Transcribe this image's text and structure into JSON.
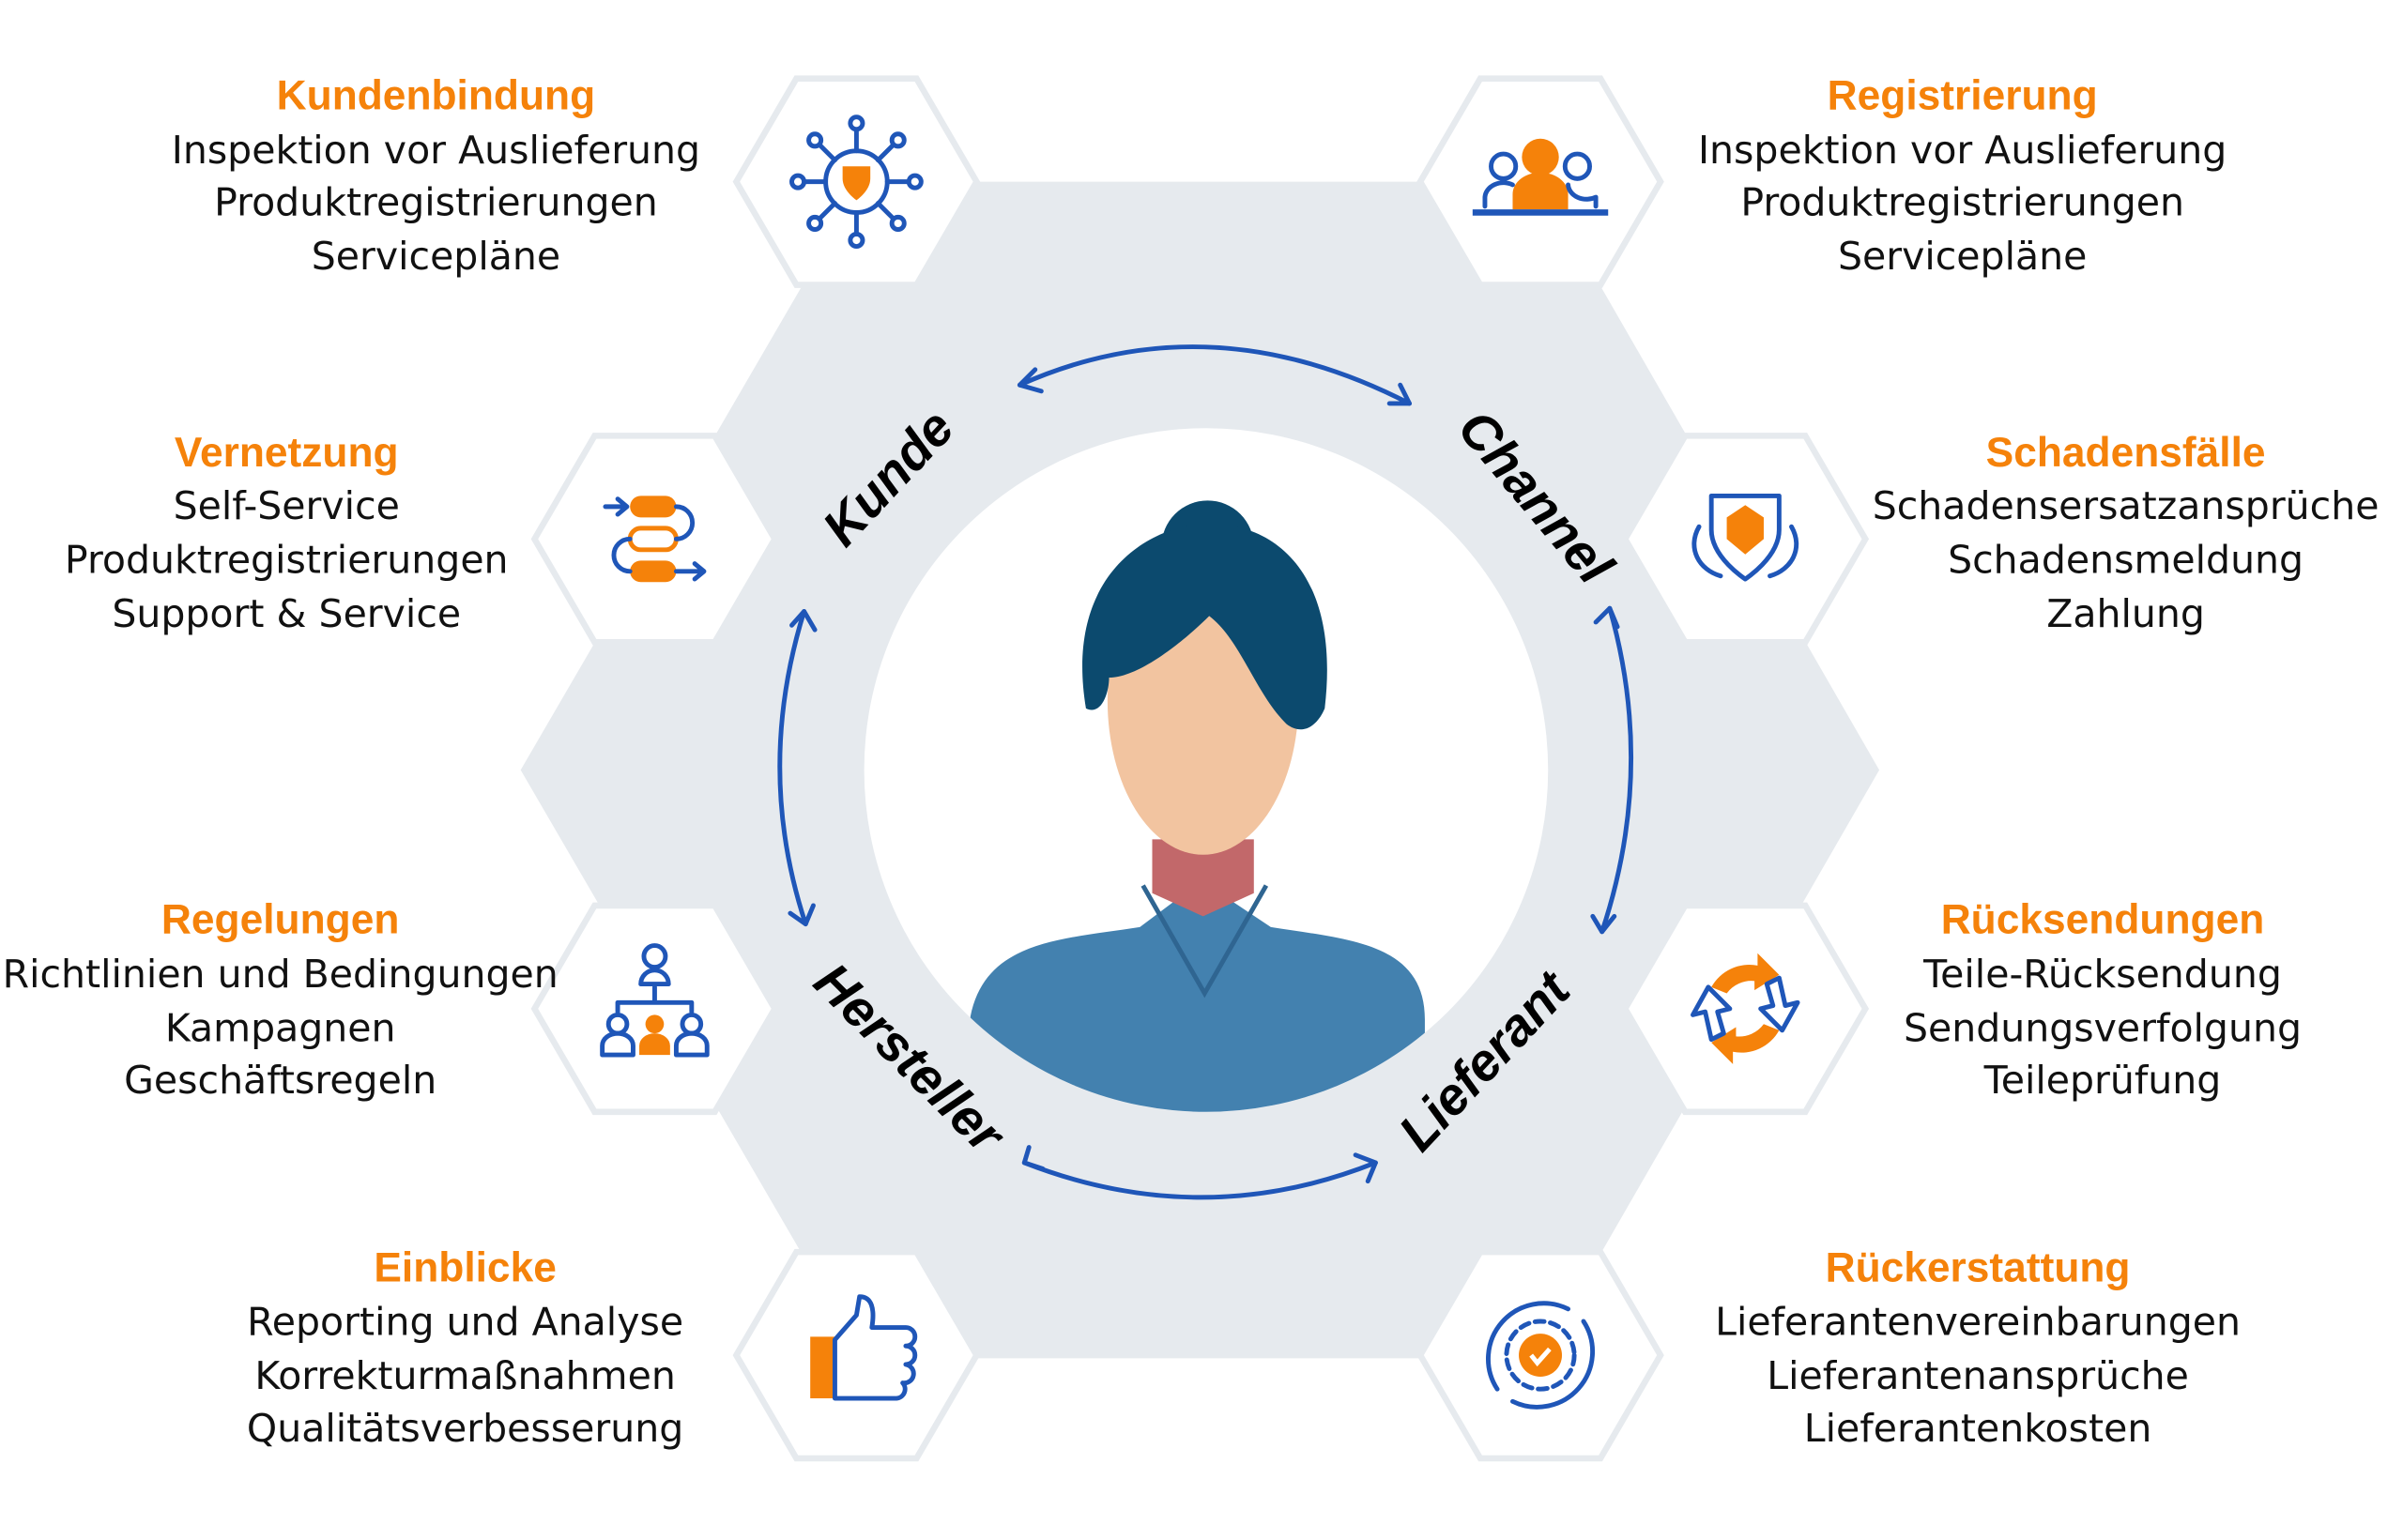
{
  "center_roles": [
    "Kunde",
    "Channel",
    "Hersteller",
    "Lieferant"
  ],
  "colors": {
    "accent": "#F5820A",
    "blue": "#1F56B8",
    "hex_bg": "#E6EAEE"
  },
  "blocks": [
    {
      "title": "Kundenbindung",
      "icon": "network-shield-icon",
      "lines": [
        "Inspektion vor Auslieferung",
        "Produktregistrierungen",
        "Servicepläne"
      ]
    },
    {
      "title": "Registrierung",
      "icon": "users-group-icon",
      "lines": [
        "Inspektion vor Auslieferung",
        "Produktregistrierungen",
        "Servicepläne"
      ]
    },
    {
      "title": "Vernetzung",
      "icon": "workflow-icon",
      "lines": [
        "Self-Service",
        "Produktregistrierungen",
        "Support & Service"
      ]
    },
    {
      "title": "Schadensfälle",
      "icon": "shield-laurel-icon",
      "lines": [
        "Schadensersatzansprüche",
        "Schadensmeldung",
        "Zahlung"
      ]
    },
    {
      "title": "Regelungen",
      "icon": "hierarchy-icon",
      "lines": [
        "Richtlinien und Bedingungen",
        "Kampagnen",
        "Geschäftsregeln"
      ]
    },
    {
      "title": "Rücksendungen",
      "icon": "refresh-arrows-icon",
      "lines": [
        "Teile-Rücksendung",
        "Sendungsverfolgung",
        "Teileprüfung"
      ]
    },
    {
      "title": "Einblicke",
      "icon": "thumbs-up-icon",
      "lines": [
        "Reporting und Analyse",
        "Korrekturmaßnahmen",
        "Qualitätsverbesserung"
      ]
    },
    {
      "title": "Rückerstattung",
      "icon": "gear-check-icon",
      "lines": [
        "Lieferantenvereinbarungen",
        "Lieferantenansprüche",
        "Lieferantenkosten"
      ]
    }
  ]
}
